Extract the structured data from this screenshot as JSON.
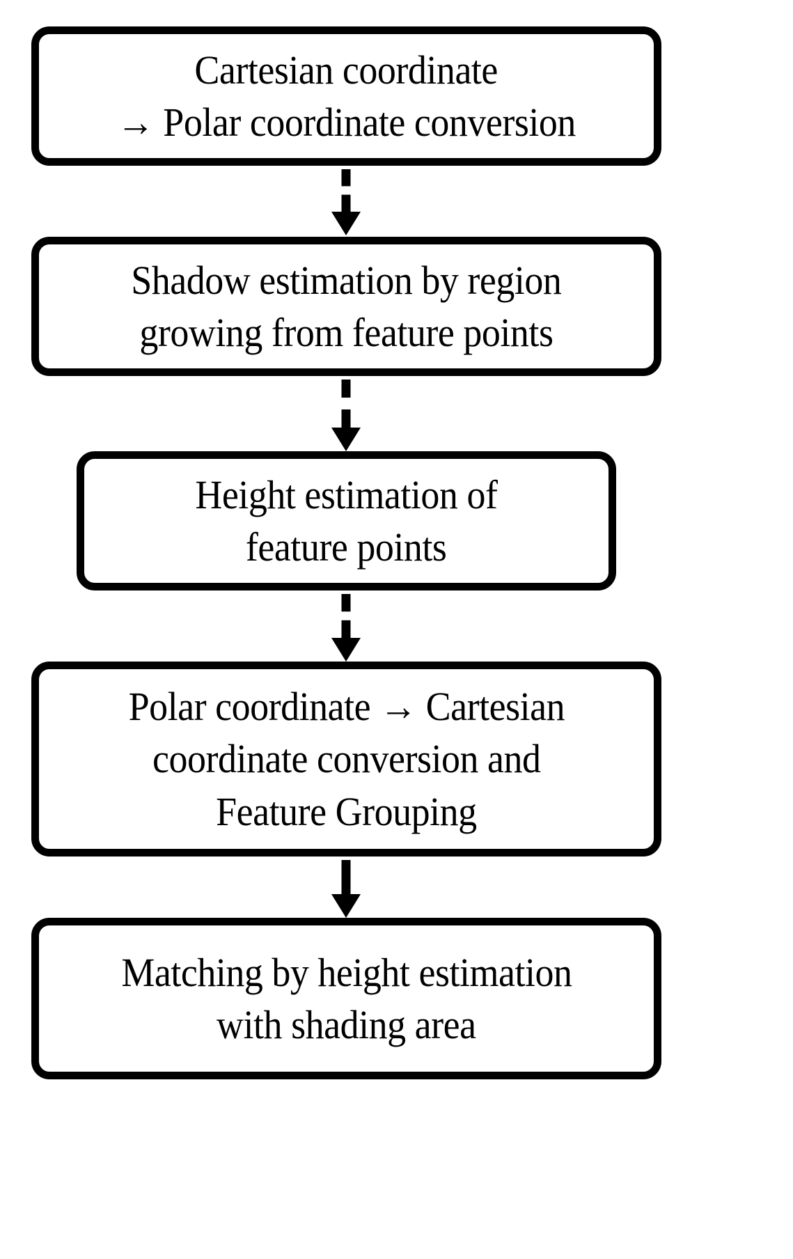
{
  "diagram": {
    "type": "flowchart",
    "orientation": "vertical-top-to-bottom",
    "background_color": "#ffffff",
    "line_color": "#000000",
    "box_fill_color": "#ffffff",
    "connector_style": "dashed-line-with-solid-triangle-arrowhead",
    "nodes": [
      {
        "id": "node-1",
        "shape": "rounded-rectangle",
        "lines": [
          "Cartesian coordinate",
          "→ Polar coordinate conversion"
        ]
      },
      {
        "id": "node-2",
        "shape": "rounded-rectangle",
        "lines": [
          "Shadow estimation by region",
          "growing from feature points"
        ]
      },
      {
        "id": "node-3",
        "shape": "rounded-rectangle",
        "lines": [
          "Height estimation of",
          "feature points"
        ]
      },
      {
        "id": "node-4",
        "shape": "rounded-rectangle",
        "lines": [
          "Polar coordinate → Cartesian",
          "coordinate conversion and",
          "Feature Grouping"
        ]
      },
      {
        "id": "node-5",
        "shape": "rounded-rectangle",
        "lines": [
          "Matching by height estimation",
          "with shading area"
        ]
      }
    ],
    "connectors": [
      {
        "id": "connector-1",
        "from": "node-1",
        "to": "node-2"
      },
      {
        "id": "connector-2",
        "from": "node-2",
        "to": "node-3"
      },
      {
        "id": "connector-3",
        "from": "node-3",
        "to": "node-4"
      },
      {
        "id": "connector-4",
        "from": "node-4",
        "to": "node-5"
      }
    ]
  }
}
